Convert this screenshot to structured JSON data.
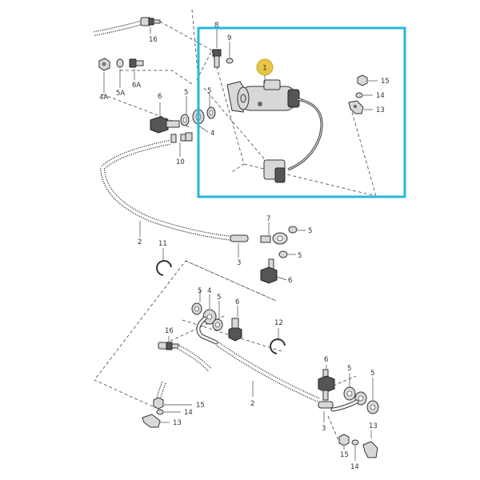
{
  "highlight_color": "#29b6e0",
  "callout_color": "#e8c547",
  "callout": "1",
  "labels": {
    "l16a": "16",
    "l4a": "4A",
    "l5a": "5A",
    "l6a": "6A",
    "l8": "8",
    "l9": "9",
    "l15a": "15",
    "l14a": "14",
    "l13a": "13",
    "l6b": "6",
    "l5b": "5",
    "l5c": "5",
    "l4b": "4",
    "l10": "10",
    "l2a": "2",
    "l11": "11",
    "l3a": "3",
    "l7": "7",
    "l5d": "5",
    "l5e": "5",
    "l6c": "6",
    "l5f": "5",
    "l4c": "4",
    "l5g": "5",
    "l6d": "6",
    "l12": "12",
    "l16b": "16",
    "l15b": "15",
    "l14b": "14",
    "l13b": "13",
    "l2b": "2",
    "l6e": "6",
    "l5h": "5",
    "l5i": "5",
    "l3b": "3",
    "l15c": "15",
    "l14c": "14",
    "l13c": "13"
  }
}
